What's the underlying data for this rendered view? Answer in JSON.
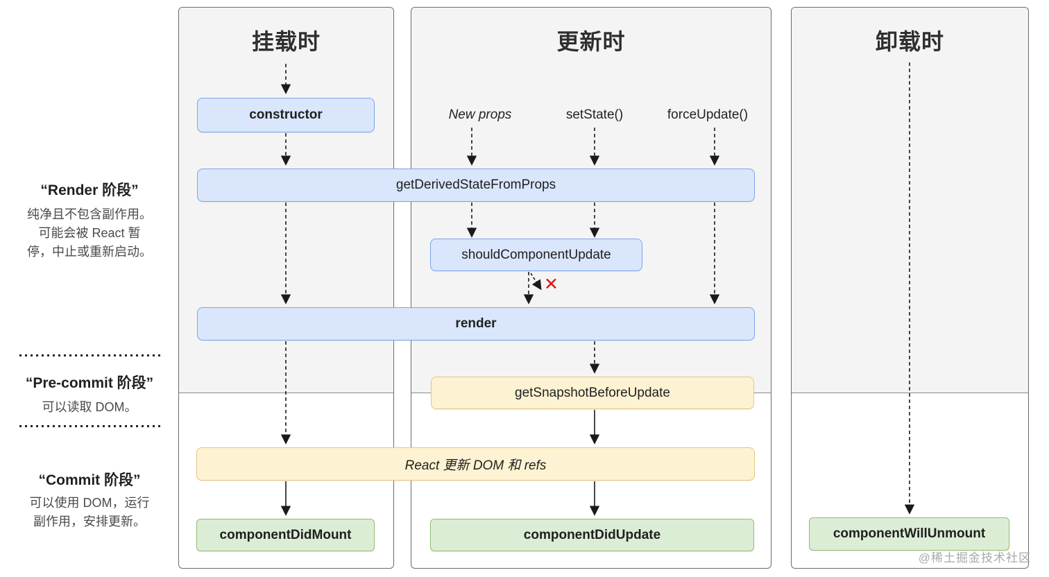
{
  "sidebar": {
    "render_phase": {
      "title": "“Render 阶段”",
      "desc_lines": [
        "纯净且不包含副作用。",
        "可能会被 React 暂",
        "停，中止或重新启动。"
      ]
    },
    "precommit_phase": {
      "title": "“Pre-commit 阶段”",
      "desc_lines": [
        "可以读取 DOM。"
      ]
    },
    "commit_phase": {
      "title": "“Commit 阶段”",
      "desc_lines": [
        "可以使用 DOM，运行",
        "副作用，安排更新。"
      ]
    }
  },
  "columns": {
    "mounting": {
      "title": "挂载时"
    },
    "updating": {
      "title": "更新时",
      "triggers": [
        "New props",
        "setState()",
        "forceUpdate()"
      ]
    },
    "unmounting": {
      "title": "卸载时"
    }
  },
  "nodes": {
    "constructor": "constructor",
    "get_derived_state_from_props": "getDerivedStateFromProps",
    "should_component_update": "shouldComponentUpdate",
    "render": "render",
    "get_snapshot_before_update": "getSnapshotBeforeUpdate",
    "react_updates_dom": "React 更新 DOM 和 refs",
    "component_did_mount": "componentDidMount",
    "component_did_update": "componentDidUpdate",
    "component_will_unmount": "componentWillUnmount"
  },
  "annotations": {
    "skip_update_mark": "✕",
    "watermark": "@稀土掘金技术社区"
  },
  "colors": {
    "blue_bg": "#d9e6fc",
    "blue_border": "#7ba5e8",
    "yellow_bg": "#fdf2d2",
    "yellow_border": "#e9c57f",
    "green_bg": "#dcedd6",
    "green_border": "#8fbd76",
    "red_mark": "#dd1414"
  }
}
